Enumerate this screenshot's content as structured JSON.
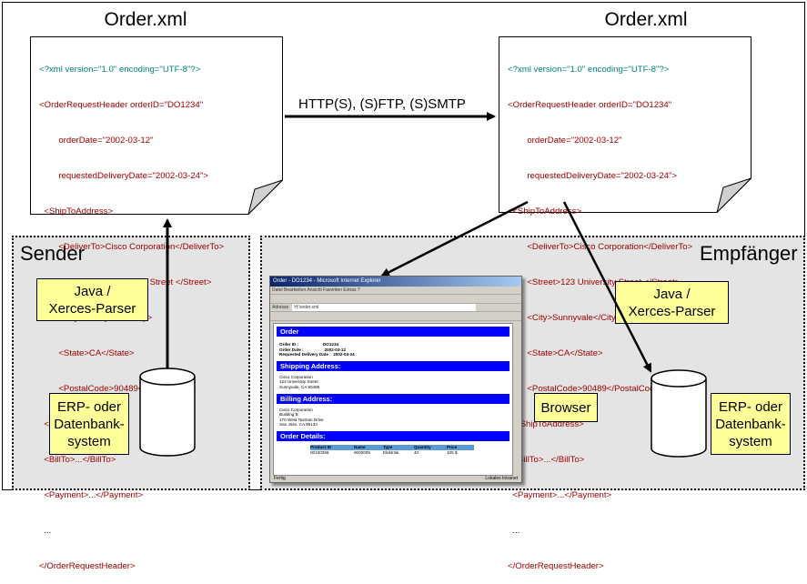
{
  "left_doc": {
    "title": "Order.xml",
    "lines": [
      "<?xml version=\"1.0\" encoding=\"UTF-8\"?>",
      "<OrderRequestHeader orderID=\"DO1234\"",
      "        orderDate=\"2002-03-12\"",
      "        requestedDeliveryDate=\"2002-03-24\">",
      "  <ShipToAddress>",
      "        <DeliverTo>Cisco Corporation</DeliverTo>",
      "        <Street>123 University Street </Street>",
      "        <City>Sunnyvale</City>",
      "        <State>CA</State>",
      "        <PostalCode>90489</PostalCode>",
      "  </ShipToAddress>",
      "  <BillTo>...</BillTo>",
      "  <Payment>...</Payment>",
      "  ...",
      "</OrderRequestHeader>"
    ]
  },
  "right_doc": {
    "title": "Order.xml",
    "lines": [
      "<?xml version=\"1.0\" encoding=\"UTF-8\"?>",
      "<OrderRequestHeader orderID=\"DO1234\"",
      "        orderDate=\"2002-03-12\"",
      "        requestedDeliveryDate=\"2002-03-24\">",
      "  <ShipToAddress>",
      "        <DeliverTo>Cisco Corporation</DeliverTo>",
      "        <Street>123 University Street </Street>",
      "        <City>Sunnyvale</City>",
      "        <State>CA</State>",
      "        <PostalCode>90489</PostalCode>",
      "  </ShipToAddress>",
      "  <BillTo>...</BillTo>",
      "  <Payment>...</Payment>",
      "  ...",
      "</OrderRequestHeader>"
    ]
  },
  "protocol_label": "HTTP(S), (S)FTP, (S)SMTP",
  "sender": {
    "title": "Sender",
    "parser_label": "Java /\nXerces-Parser",
    "erp_label": "ERP- oder\nDatenbank-\nsystem"
  },
  "receiver": {
    "title": "Empfänger",
    "parser_label": "Java /\nXerces-Parser",
    "erp_label": "ERP- oder\nDatenbank-\nsystem",
    "browser_label": "Browser"
  },
  "browser_window": {
    "title": "Order - DO1234 - Microsoft Internet Explorer",
    "menu": "Datei  Bearbeiten  Ansicht  Favoriten  Extras  ?",
    "address_label": "Adresse",
    "address_value": "H:\\order.xml",
    "section_order": "Order",
    "order_fields": "Order ID :                     DO1234\nOrder Date :                  2002-03-12\nRequested Delivery Date :  2002-03-24",
    "section_shipping": "Shipping Address:",
    "shipping_text": "Cisco Corporation\n123 University Street\nSunnyvale, CA 90489",
    "section_billing": "Billing Address:",
    "billing_text": "Cisco Corporation\nBuilding B\n170 West Tasman Drive\nSan Jose, CA 95134",
    "section_details": "Order Details:",
    "details_headers": [
      "Product ID",
      "Name",
      "Type",
      "Quantity",
      "Price"
    ],
    "details_row": [
      "00100356",
      "WD0005",
      "Elektrisk",
      "40",
      "105 $"
    ],
    "status_left": "Fertig",
    "status_right": "Lokales Intranet"
  }
}
